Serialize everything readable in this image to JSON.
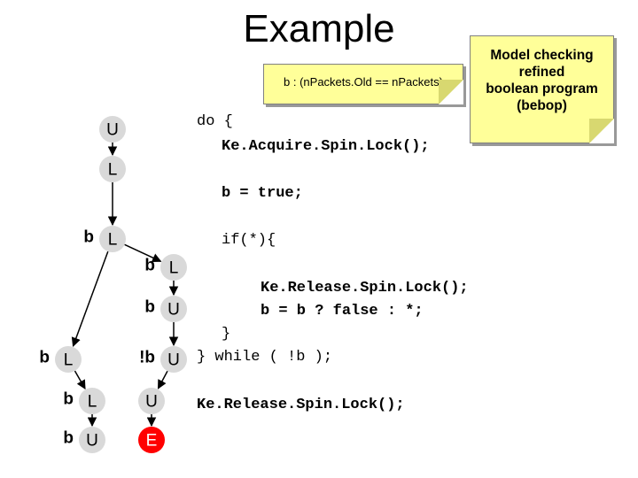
{
  "title": "Example",
  "note_predicate": "b : (nPackets.Old == nPackets)",
  "note_model": [
    "Model checking",
    "refined",
    "boolean program",
    "(bebop)"
  ],
  "code": {
    "do_open": "do {",
    "acquire": "Ke.Acquire.Spin.Lock();",
    "assign_b": "b = true;",
    "if_open": "if(*){",
    "release_inner": "Ke.Release.Spin.Lock();",
    "update_b": "b = b ? false : *;",
    "if_close": "}",
    "while_line": "} while ( !b );",
    "release_final": "Ke.Release.Spin.Lock();"
  },
  "graph": {
    "colors": {
      "node_fill": "#d9d9d9",
      "error_fill": "#ff0000",
      "edge": "#000000"
    },
    "nodes": [
      {
        "id": "n1",
        "label": "U",
        "predicate": ""
      },
      {
        "id": "n2",
        "label": "L",
        "predicate": ""
      },
      {
        "id": "n3",
        "label": "L",
        "predicate": "b"
      },
      {
        "id": "n4",
        "label": "L",
        "predicate": "b"
      },
      {
        "id": "n5",
        "label": "U",
        "predicate": "b"
      },
      {
        "id": "n6",
        "label": "U",
        "predicate": "!b"
      },
      {
        "id": "n7",
        "label": "U",
        "predicate": ""
      },
      {
        "id": "n8",
        "label": "E",
        "predicate": ""
      },
      {
        "id": "n9",
        "label": "L",
        "predicate": "b"
      },
      {
        "id": "n10",
        "label": "L",
        "predicate": "b"
      },
      {
        "id": "n11",
        "label": "U",
        "predicate": "b"
      }
    ],
    "edges": [
      [
        "n1",
        "n2"
      ],
      [
        "n2",
        "n3"
      ],
      [
        "n3",
        "n4"
      ],
      [
        "n4",
        "n5"
      ],
      [
        "n5",
        "n6"
      ],
      [
        "n6",
        "n7"
      ],
      [
        "n7",
        "n8"
      ],
      [
        "n3",
        "n9"
      ],
      [
        "n9",
        "n10"
      ],
      [
        "n10",
        "n11"
      ]
    ]
  }
}
